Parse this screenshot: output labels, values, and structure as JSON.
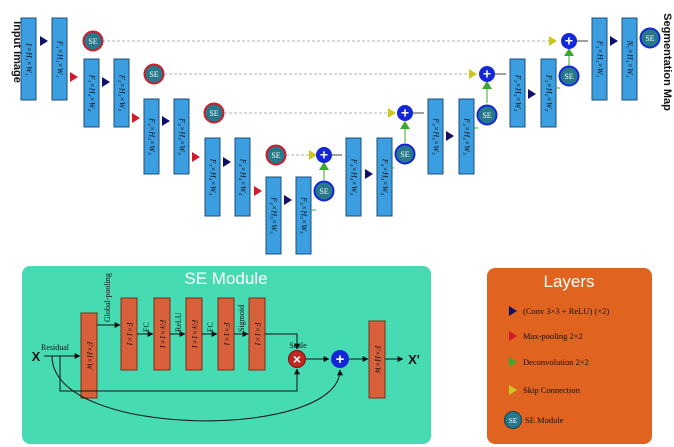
{
  "side_labels": {
    "input": "Input Image",
    "output": "Segmentation Map"
  },
  "unet": {
    "blocks": [
      "1×H₁×W₁",
      "F₁×H₁×W₁",
      "F₁×H₂×W₂",
      "F₂×H₂×W₂",
      "F₂×H₃×W₃",
      "F₃×H₃×W₃",
      "F₃×H₄×W₄",
      "F₄×H₄×W₄",
      "F₄×H₅×W₅",
      "F₅×H₅×W₅",
      "F₄×H₄×W₄",
      "F₄×H₄×W₄",
      "F₃×H₃×W₃",
      "F₃×H₃×W₃",
      "F₂×H₂×W₂",
      "F₂×H₂×W₂",
      "F₁×H₁×W₁",
      "N꜀×H₁×W₁"
    ],
    "se_label": "SE",
    "plus_symbol": "+"
  },
  "se_module": {
    "title": "SE Module",
    "input": "X",
    "output": "X'",
    "residual_label": "Residual",
    "global_pooling_label": "Global-pooling",
    "fc1_label": "FC",
    "relu_label": "ReLU",
    "fc2_label": "FC",
    "sigmoid_label": "Sigmoid",
    "scale_label": "Scale",
    "blocks": [
      "F×H×W",
      "F×1×1",
      "F/r×1×1",
      "F/r×1×1",
      "F×1×1",
      "F×H×W"
    ],
    "times_symbol": "×",
    "plus_symbol": "+",
    "panel_color": "#47dbb4"
  },
  "layers_legend": {
    "title": "Layers",
    "items": [
      {
        "label": "(Conv 3×3 + ReLU) (×2)",
        "color": "#10106a",
        "icon": "navy-triangle-icon"
      },
      {
        "label": "Max-pooling 2×2",
        "color": "#d11a2a",
        "icon": "red-triangle-icon"
      },
      {
        "label": "Deconvolution 2×2",
        "color": "#3aa82a",
        "icon": "green-triangle-icon"
      },
      {
        "label": "Skip Connection",
        "color": "#c8c820",
        "icon": "yellow-triangle-icon"
      },
      {
        "label": "SE Module",
        "color": "#26788a",
        "icon": "se-circle-icon"
      }
    ],
    "se_label": "SE",
    "panel_color": "#e0631f"
  },
  "colors": {
    "block_blue": "#3a9ee0",
    "plus_blue": "#1427d8",
    "se_teal": "#26788a",
    "se_ring_red": "#d11a2a"
  }
}
